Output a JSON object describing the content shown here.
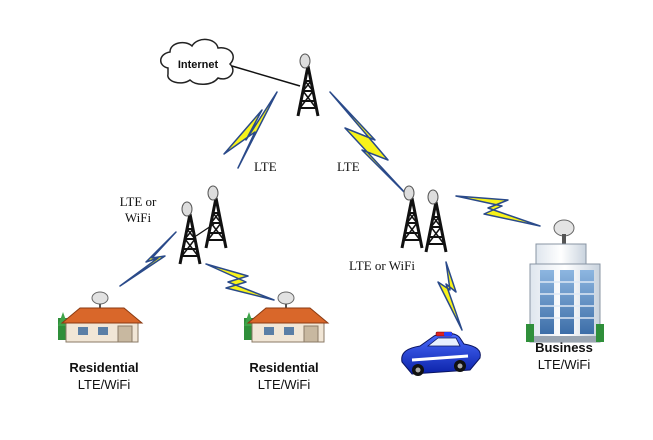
{
  "cloud": {
    "label": "Internet"
  },
  "links": {
    "left_label": "LTE",
    "right_label": "LTE",
    "left_relay_label": "LTE or\nWiFi",
    "right_relay_label": "LTE or WiFi"
  },
  "endpoints": [
    {
      "title": "Residential",
      "subtitle": "LTE/WiFi",
      "icon": "house-icon"
    },
    {
      "title": "Residential",
      "subtitle": "LTE/WiFi",
      "icon": "house-icon"
    },
    {
      "icon": "police-car-icon"
    },
    {
      "title": "Business",
      "subtitle": "LTE/WiFi",
      "icon": "office-building-icon"
    }
  ],
  "colors": {
    "bolt_fill": "#f7f21a",
    "bolt_stroke": "#2a4a8a",
    "tower": "#111111",
    "roof": "#d9672a",
    "building_glass": "#5b8fc7",
    "car_blue": "#1c3fd6"
  }
}
